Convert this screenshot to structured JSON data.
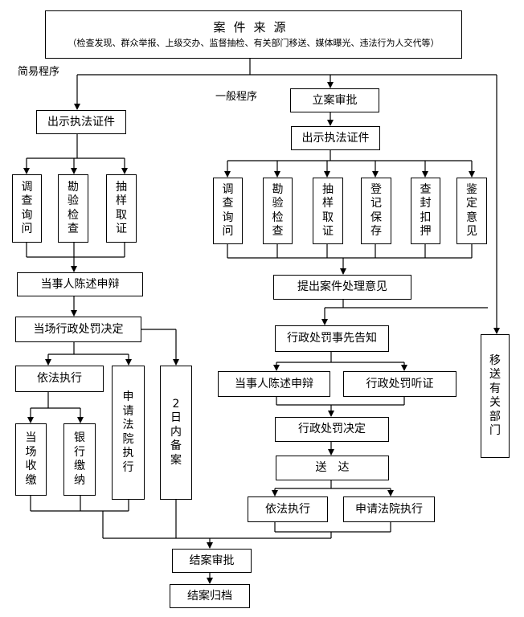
{
  "source": {
    "title": "案件来源",
    "subtitle": "（检查发现、群众举报、上级交办、监督抽检、有关部门移送、媒体曝光、违法行为人交代等）"
  },
  "labels": {
    "simple": "简易程序",
    "general": "一般程序"
  },
  "simple": {
    "show_cert": "出示执法证件",
    "investigations": [
      "调查询问",
      "勘验检查",
      "抽样取证"
    ],
    "defense": "当事人陈述申辩",
    "decision": "当场行政处罚决定",
    "execute": "依法执行",
    "exec_options": [
      "当场收缴",
      "银行缴纳"
    ],
    "court": "申请法院执行",
    "filing": "2日内备案"
  },
  "general": {
    "approval": "立案审批",
    "show_cert": "出示执法证件",
    "investigations": [
      "调查询问",
      "勘验检查",
      "抽样取证",
      "登记保存",
      "查封扣押",
      "鉴定意见"
    ],
    "opinion": "提出案件处理意见",
    "notice": "行政处罚事先告知",
    "defense": "当事人陈述申辩",
    "hearing": "行政处罚听证",
    "decision": "行政处罚决定",
    "delivery": "送　达",
    "execute": "依法执行",
    "court": "申请法院执行"
  },
  "transfer": "移送有关部门",
  "close": {
    "approval": "结案审批",
    "archive": "结案归档"
  }
}
